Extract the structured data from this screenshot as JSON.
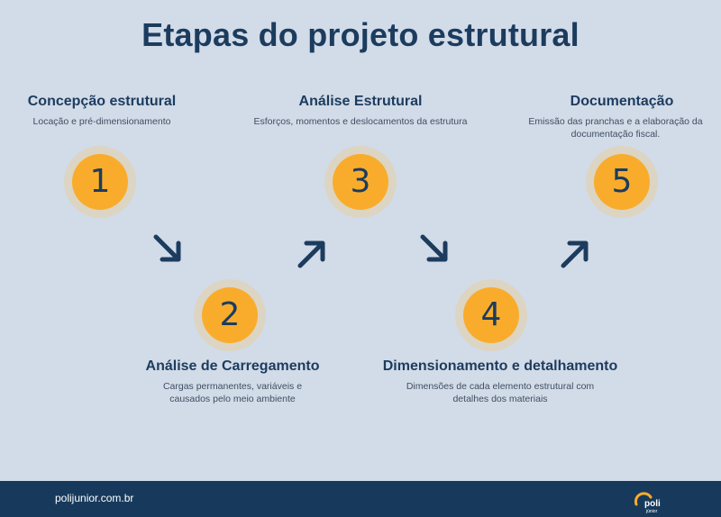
{
  "title": "Etapas do projeto estrutural",
  "steps": [
    {
      "number": "1",
      "title": "Concepção estrutural",
      "description": "Locação e pré-dimensionamento"
    },
    {
      "number": "2",
      "title": "Análise de Carregamento",
      "description": "Cargas permanentes, variáveis e causados pelo meio ambiente"
    },
    {
      "number": "3",
      "title": "Análise Estrutural",
      "description": "Esforços, momentos e deslocamentos da estrutura"
    },
    {
      "number": "4",
      "title": "Dimensionamento e detalhamento",
      "description": "Dimensões de cada elemento estrutural com detalhes dos materiais"
    },
    {
      "number": "5",
      "title": "Documentação",
      "description": "Emissão das pranchas e a elaboração da documentação fiscal."
    }
  ],
  "footer": {
    "website": "polijunior.com.br",
    "logo_text": "poli",
    "logo_subtext": "júnior"
  },
  "colors": {
    "background": "#d2dbe8",
    "navy": "#1c3c5e",
    "orange": "#f9ac2c",
    "footer": "#173a5c"
  }
}
